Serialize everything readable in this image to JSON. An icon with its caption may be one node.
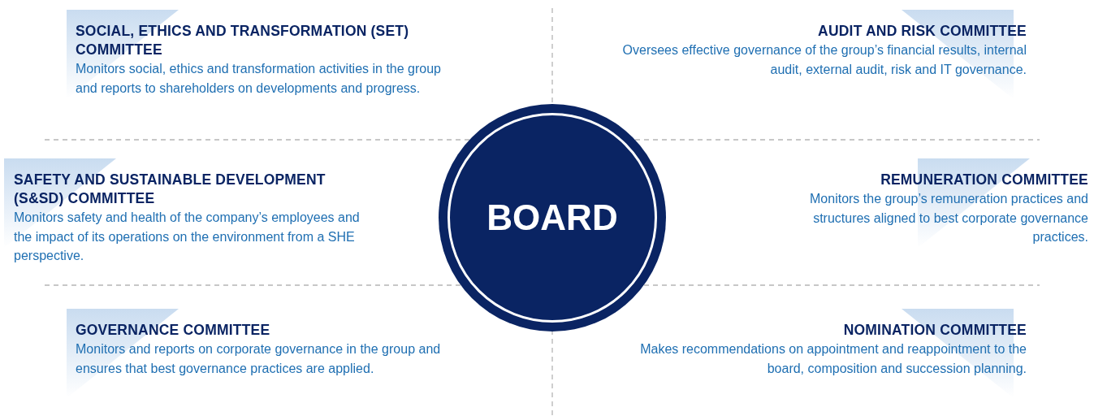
{
  "diagram": {
    "nodes": [
      {
        "text": [
          "SOCIAL, ETHICS AND TRANSFORMATION (SET) COMMITTEE",
          "Monitors social, ethics and transformation activities in the group and reports to shareholders on developments and progress."
        ]
      },
      {
        "text": [
          "AUDIT AND RISK COMMITTEE",
          "Oversees effective governance of the group’s financial results, internal audit, external audit, risk and IT governance."
        ]
      },
      {
        "text": [
          "BOARD"
        ]
      },
      {
        "text": [
          "SAFETY AND SUSTAINABLE DEVELOPMENT (S&SD) COMMITTEE",
          "Monitors safety and health of the company’s employees and the impact of its operations on the environment from a SHE perspective."
        ]
      },
      {
        "text": [
          "REMUNERATION COMMITTEE",
          "Monitors the group’s remuneration practices and structures aligned to best corporate governance practices."
        ]
      },
      {
        "text": [
          "GOVERNANCE COMMITTEE",
          "Monitors and reports on corporate governance in the group and ensures that best governance practices are applied."
        ]
      },
      {
        "text": [
          "NOMINATION COMMITTEE",
          "Makes recommendations on appointment and reappointment to the board, composition and succession planning."
        ]
      }
    ]
  }
}
